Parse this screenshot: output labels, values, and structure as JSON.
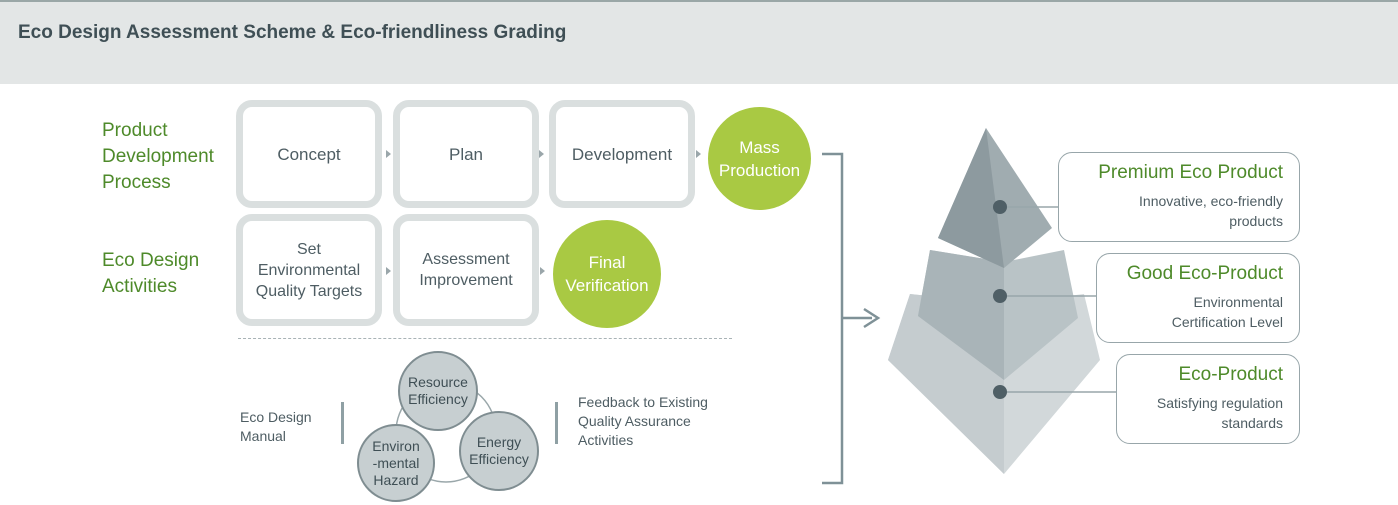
{
  "header": {
    "title": "Eco Design Assessment Scheme & Eco-friendliness Grading"
  },
  "rows": {
    "process_label": "Product\nDevelopment\nProcess",
    "eco_label": "Eco Design\nActivities"
  },
  "process_steps": [
    "Concept",
    "Plan",
    "Development"
  ],
  "process_final": "Mass\nProduction",
  "eco_steps": [
    "Set\nEnvironmental\nQuality Targets",
    "Assessment\nImprovement"
  ],
  "eco_final": "Final\nVerification",
  "manual": {
    "left_text": "Eco Design\nManual",
    "right_text": "Feedback to Existing\nQuality Assurance\nActivities",
    "circles": [
      "Resource\nEfficiency",
      "Energy\nEfficiency",
      "Environ\n-mental\nHazard"
    ]
  },
  "grades": [
    {
      "title": "Premium Eco Product",
      "desc": "Innovative, eco-friendly\nproducts"
    },
    {
      "title": "Good Eco-Product",
      "desc": "Environmental\nCertification Level"
    },
    {
      "title": "Eco-Product",
      "desc": "Satisfying regulation\nstandards"
    }
  ],
  "colors": {
    "green_accent": "#a9c943",
    "label_green": "#4e8a2a",
    "box_border": "#dadfdf",
    "header_bg": "#e3e6e6"
  }
}
